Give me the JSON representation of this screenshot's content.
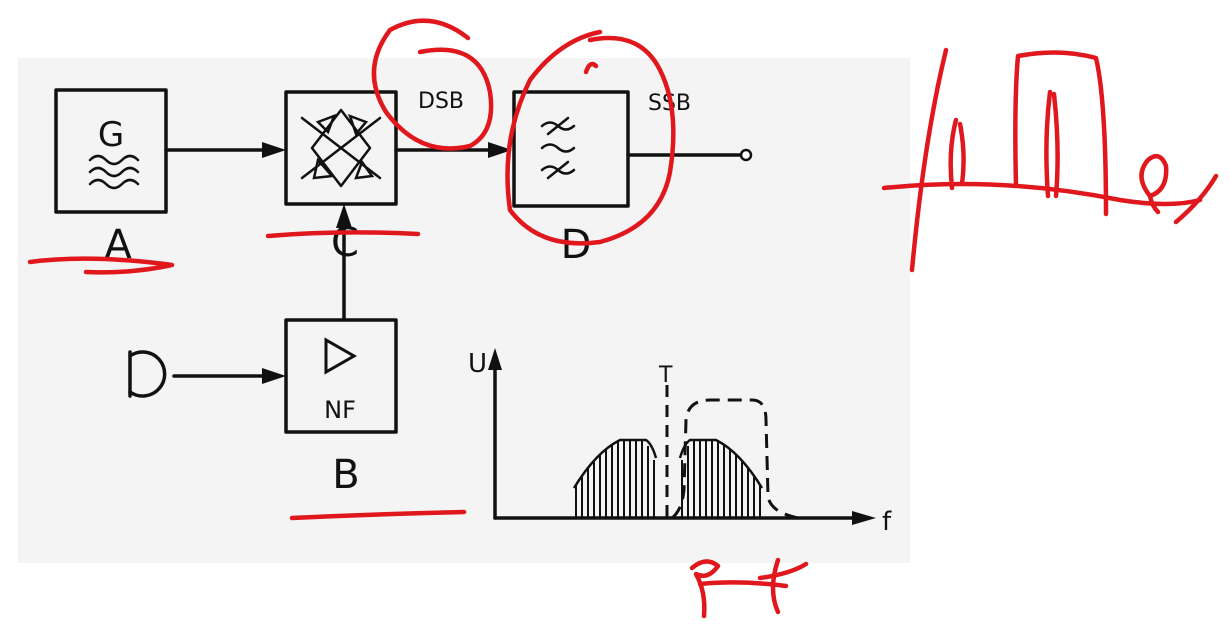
{
  "blocks": {
    "a": {
      "letter": "A",
      "symbol": "G"
    },
    "b": {
      "letter": "B",
      "symbol": "NF"
    },
    "c": {
      "letter": "C"
    },
    "d": {
      "letter": "D"
    }
  },
  "signals": {
    "after_modulator": "DSB",
    "after_filter": "SSB"
  },
  "spectrum": {
    "y_axis": "U",
    "x_axis": "f",
    "carrier_marker": "T"
  },
  "colors": {
    "diagram_ink": "#111111",
    "annotation_ink": "#e0181e",
    "scan_background": "#f4f4f4"
  }
}
